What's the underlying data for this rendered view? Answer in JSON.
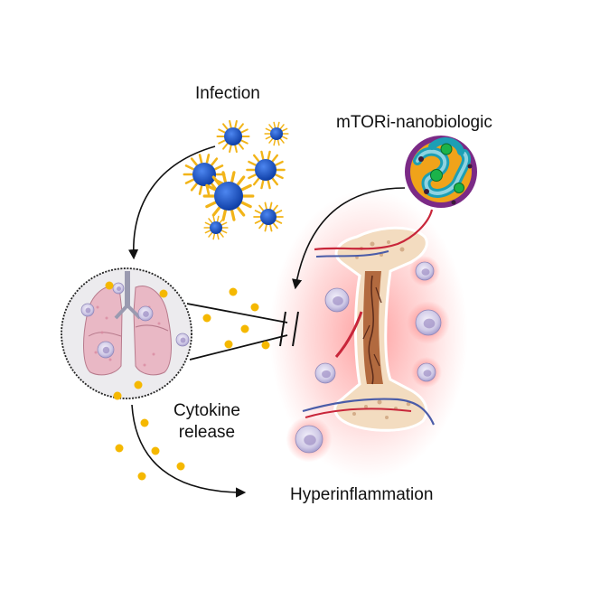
{
  "labels": {
    "infection": "Infection",
    "nanobiologic": "mTORi-nanobiologic",
    "cytokine_line1": "Cytokine",
    "cytokine_line2": "release",
    "hyperinflammation": "Hyperinflammation"
  },
  "colors": {
    "virus_core": "#1652c9",
    "virus_spike": "#f2b418",
    "cytokine": "#f5b800",
    "bone": "#f3dcc0",
    "marrow": "#b26a3f",
    "inflammation_glow": "#ff4d4d",
    "lung": "#e9b8c5",
    "nanoparticle_purple": "#7b2a86",
    "nanoparticle_teal": "#1c9fb5",
    "nanoparticle_green": "#1bb34a"
  },
  "icons": [
    "virus-icon",
    "lung-icon",
    "bone-icon",
    "immune-cell-icon",
    "nanoparticle-icon",
    "cytokine-dot-icon",
    "inhibition-symbol-icon"
  ]
}
